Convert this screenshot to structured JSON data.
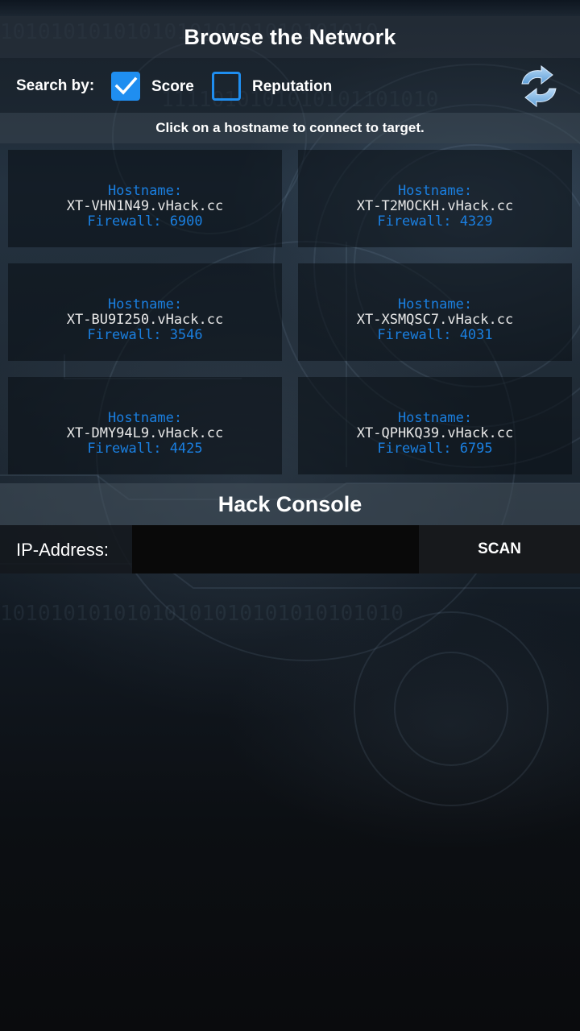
{
  "header": {
    "title": "Browse the Network"
  },
  "search": {
    "label": "Search by:",
    "options": [
      {
        "label": "Score",
        "checked": true
      },
      {
        "label": "Reputation",
        "checked": false
      }
    ],
    "refresh_icon": "refresh-arrows-icon"
  },
  "hint": "Click on a hostname to connect to target.",
  "hosts": [
    {
      "hostname_label": "Hostname:",
      "hostname": "XT-VHN1N49.vHack.cc",
      "firewall": "Firewall: 6900"
    },
    {
      "hostname_label": "Hostname:",
      "hostname": "XT-T2MOCKH.vHack.cc",
      "firewall": "Firewall: 4329"
    },
    {
      "hostname_label": "Hostname:",
      "hostname": "XT-BU9I250.vHack.cc",
      "firewall": "Firewall: 3546"
    },
    {
      "hostname_label": "Hostname:",
      "hostname": "XT-XSMQSC7.vHack.cc",
      "firewall": "Firewall: 4031"
    },
    {
      "hostname_label": "Hostname:",
      "hostname": "XT-DMY94L9.vHack.cc",
      "firewall": "Firewall: 4425"
    },
    {
      "hostname_label": "Hostname:",
      "hostname": "XT-QPHKQ39.vHack.cc",
      "firewall": "Firewall: 6795"
    }
  ],
  "console": {
    "title": "Hack Console",
    "ip_label": "IP-Address:",
    "ip_value": "",
    "ip_placeholder": "",
    "scan_label": "SCAN"
  },
  "colors": {
    "accent": "#1f8ef0",
    "host_label": "#1a7fe0",
    "host_name": "#e8e8e8"
  }
}
